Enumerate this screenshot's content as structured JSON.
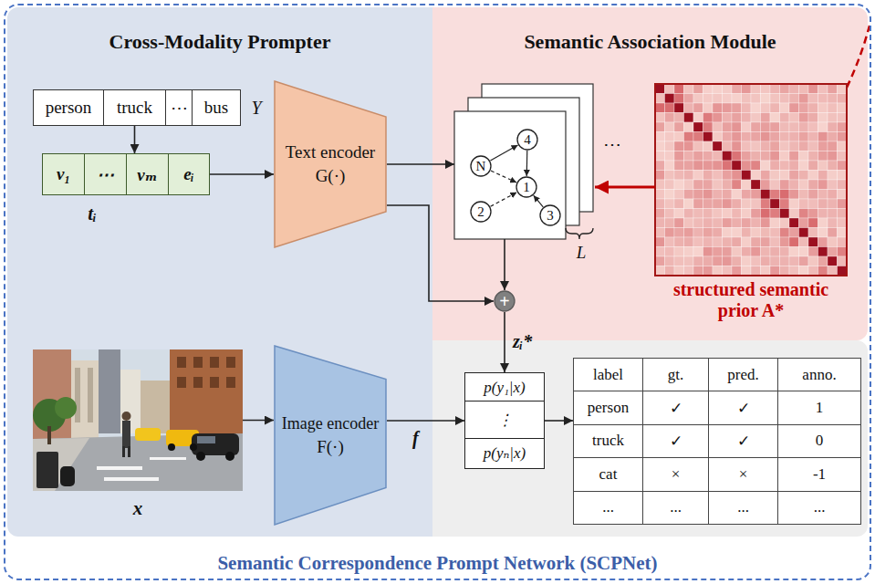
{
  "diagram": {
    "nodes": [
      {
        "text": [
          "Semantic Correspondence Prompt Network (SCPNet)"
        ]
      },
      {
        "text": [
          "Cross-Modality Prompter"
        ],
        "in": 0
      },
      {
        "text": [
          "Y"
        ],
        "in": 1
      },
      {
        "text": [
          "person"
        ],
        "in": 2
      },
      {
        "text": [
          "truck"
        ],
        "in": 2
      },
      {
        "text": [
          "⋯"
        ],
        "in": 2
      },
      {
        "text": [
          "bus"
        ],
        "in": 2
      },
      {
        "text": [
          "tᵢ"
        ],
        "in": 1
      },
      {
        "text": [
          "v₁"
        ],
        "in": 7
      },
      {
        "text": [
          "⋯"
        ],
        "in": 7
      },
      {
        "text": [
          "vₘ"
        ],
        "in": 7
      },
      {
        "text": [
          "eᵢ"
        ],
        "in": 7
      },
      {
        "text": [
          "Text encoder",
          "G(·)"
        ],
        "in": 1
      },
      {
        "text": [
          "x"
        ],
        "in": 1
      },
      {
        "text": [
          "Image encoder",
          "F(·)"
        ],
        "in": 1
      },
      {
        "text": [
          "Semantic Association Module"
        ],
        "in": 0
      },
      {
        "text": [
          "L"
        ],
        "in": 15
      },
      {
        "text": [
          "N"
        ],
        "in": 16
      },
      {
        "text": [
          "4"
        ],
        "in": 16
      },
      {
        "text": [
          "1"
        ],
        "in": 16
      },
      {
        "text": [
          "2"
        ],
        "in": 16
      },
      {
        "text": [
          "3"
        ],
        "in": 16
      },
      {
        "text": [
          "structured semantic prior A*"
        ],
        "in": 15
      },
      {
        "text": [
          "+"
        ],
        "in": 15
      },
      {
        "text": [
          "p(y₁|x)",
          "⋮",
          "p(yₙ|x)"
        ],
        "in": 0
      },
      {
        "text": [
          "label",
          "gt.",
          "pred.",
          "anno.",
          "person",
          "✓",
          "✓",
          "1",
          "truck",
          "✓",
          "✓",
          "0",
          "cat",
          "×",
          "×",
          "-1",
          "...",
          "...",
          "...",
          "..."
        ],
        "in": 0
      }
    ],
    "edges": [
      {
        "from": 4,
        "to": 7,
        "arrow": "to"
      },
      {
        "from": 7,
        "to": 12,
        "arrow": "to"
      },
      {
        "from": 13,
        "to": 14,
        "arrow": "to"
      },
      {
        "from": 12,
        "to": 16,
        "arrow": "to"
      },
      {
        "from": 22,
        "to": 16,
        "arrow": "to"
      },
      {
        "from": 16,
        "to": 23,
        "arrow": "to"
      },
      {
        "from": 12,
        "to": 23,
        "arrow": "to"
      },
      {
        "from": 23,
        "to": 24,
        "arrow": "to",
        "label": "zᵢ*"
      },
      {
        "from": 14,
        "to": 24,
        "arrow": "to",
        "label": "f"
      },
      {
        "from": 24,
        "to": 25,
        "arrow": "to"
      },
      {
        "from": 17,
        "to": 19,
        "arrow": "to"
      },
      {
        "from": 20,
        "to": 19,
        "arrow": "to"
      },
      {
        "from": 21,
        "to": 19,
        "arrow": "to"
      },
      {
        "from": 18,
        "to": 19,
        "arrow": "to"
      },
      {
        "from": 17,
        "to": 18,
        "arrow": "to"
      }
    ],
    "labels": [
      "⋯"
    ]
  }
}
